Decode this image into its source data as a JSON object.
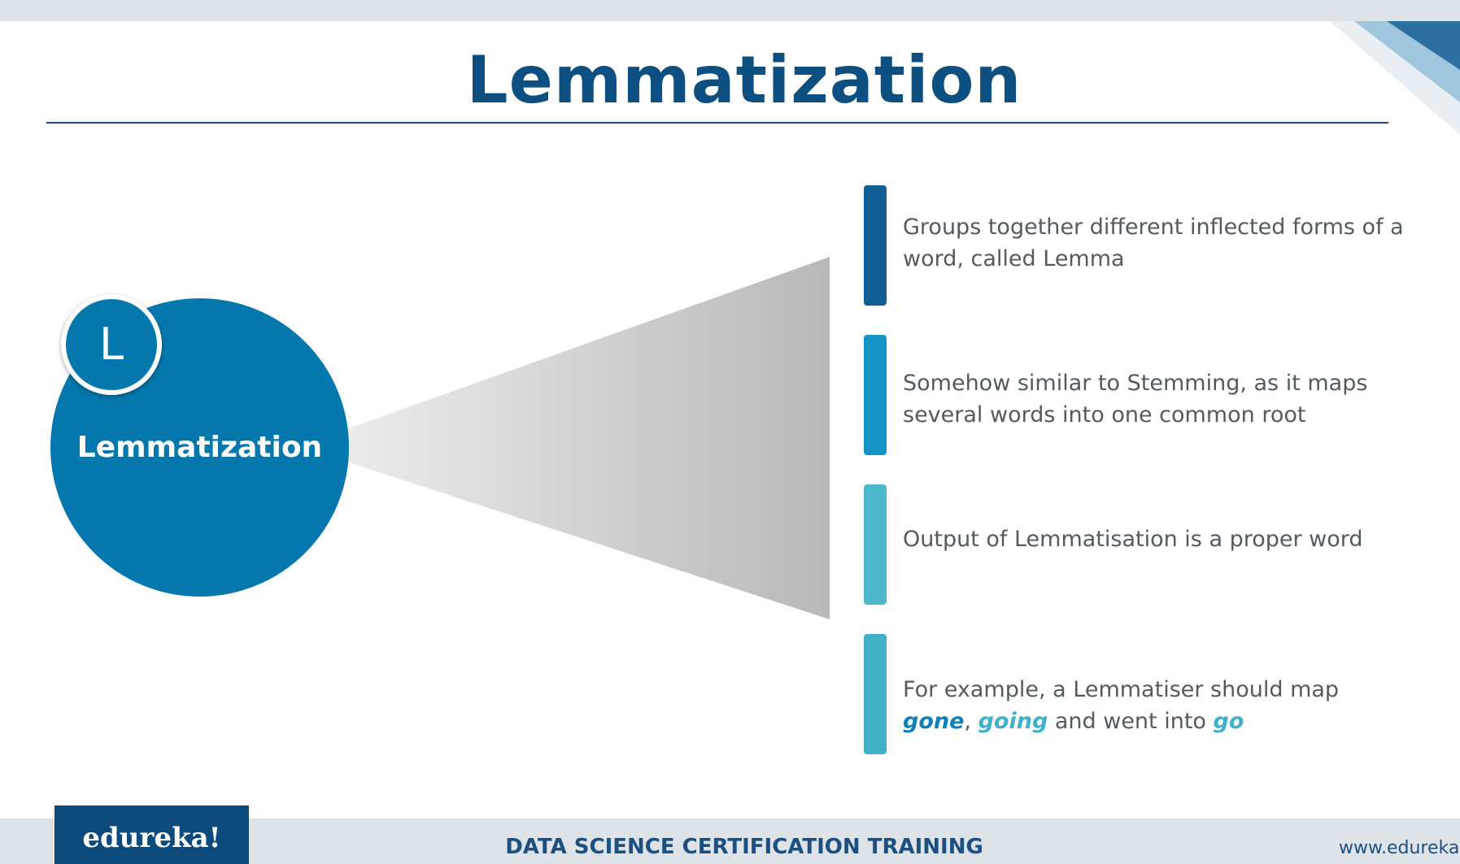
{
  "slide": {
    "title": "Lemmatization",
    "circle": {
      "badge_letter": "L",
      "label": "Lemmatization"
    },
    "points": [
      {
        "text": "Groups together different inflected forms of a word, called Lemma",
        "bar_color": "#125e96"
      },
      {
        "text": "Somehow similar to Stemming, as it maps several words into one common root",
        "bar_color": "#1494c4"
      },
      {
        "text": "Output of Lemmatisation is a proper word",
        "bar_color": "#4db8cc"
      },
      {
        "text_before": "For example, a Lemmatiser should map ",
        "em1": "gone",
        "sep": ", ",
        "em2": "going",
        "text_middle": " and went into ",
        "em3": "go",
        "bar_color": "#3fb0c6"
      }
    ]
  },
  "footer": {
    "logo": "edureka!",
    "course": "DATA SCIENCE CERTIFICATION TRAINING",
    "url": "www.edureka"
  },
  "colors": {
    "title": "#0d4f80",
    "circle": "#0478ad",
    "footer_band": "#dde3e7",
    "logo_bg": "#0d4a7c"
  }
}
